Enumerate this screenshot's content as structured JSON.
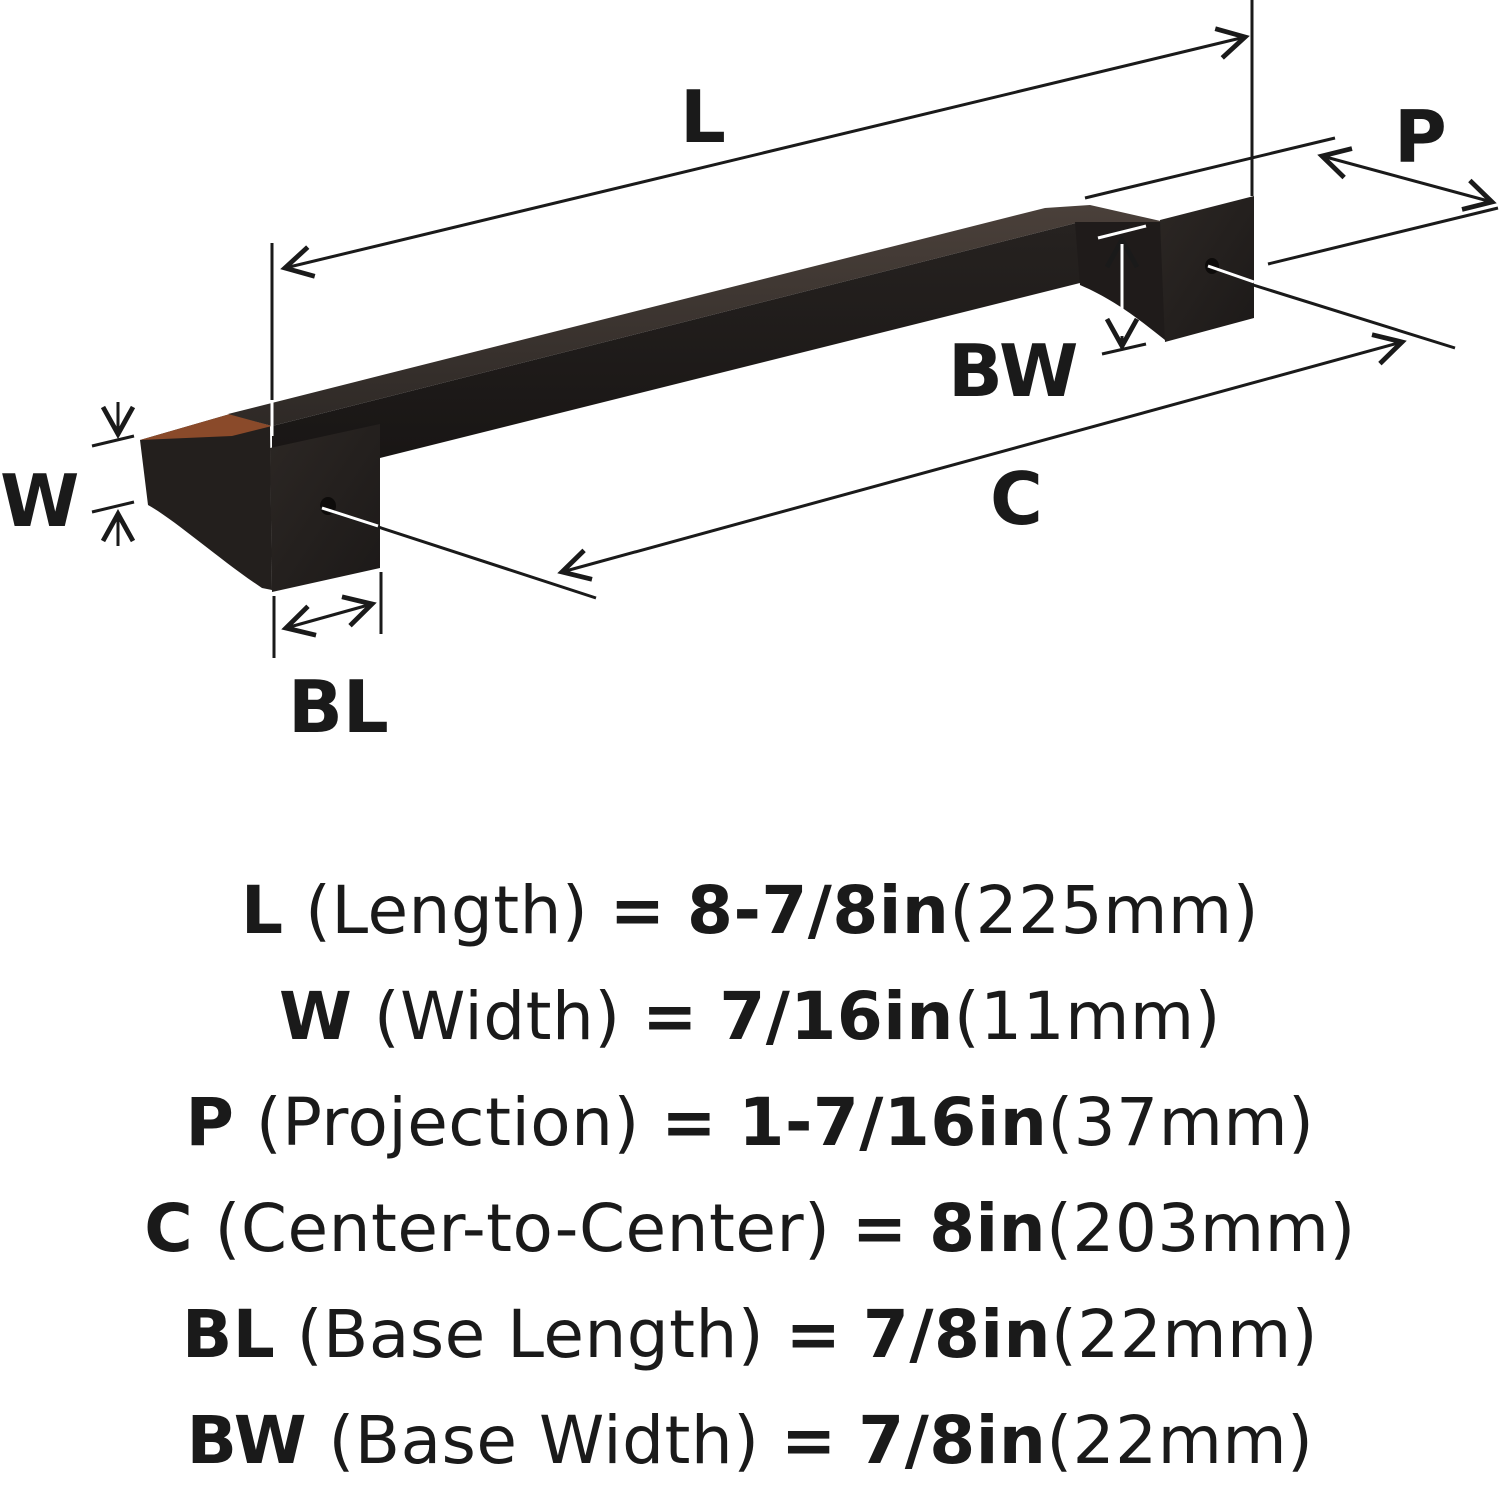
{
  "colors": {
    "ink": "#1a1a1a",
    "finish": "#2a2624",
    "finish_highlight": "#8a4a2a",
    "background": "#ffffff"
  },
  "diagram": {
    "labels": {
      "L": "L",
      "P": "P",
      "BW": "BW",
      "W": "W",
      "C": "C",
      "BL": "BL"
    }
  },
  "specs": [
    {
      "key": "L",
      "name": "(Length)",
      "eq": "=",
      "imperial": "8-7/8in",
      "metric": "(225mm)"
    },
    {
      "key": "W",
      "name": "(Width)",
      "eq": "=",
      "imperial": "7/16in",
      "metric": "(11mm)"
    },
    {
      "key": "P",
      "name": "(Projection)",
      "eq": "=",
      "imperial": "1-7/16in",
      "metric": "(37mm)"
    },
    {
      "key": "C",
      "name": "(Center-to-Center)",
      "eq": "=",
      "imperial": "8in",
      "metric": "(203mm)"
    },
    {
      "key": "BL",
      "name": "(Base Length)",
      "eq": "=",
      "imperial": "7/8in",
      "metric": "(22mm)"
    },
    {
      "key": "BW",
      "name": "(Base Width)",
      "eq": "=",
      "imperial": "7/8in",
      "metric": "(22mm)"
    }
  ]
}
